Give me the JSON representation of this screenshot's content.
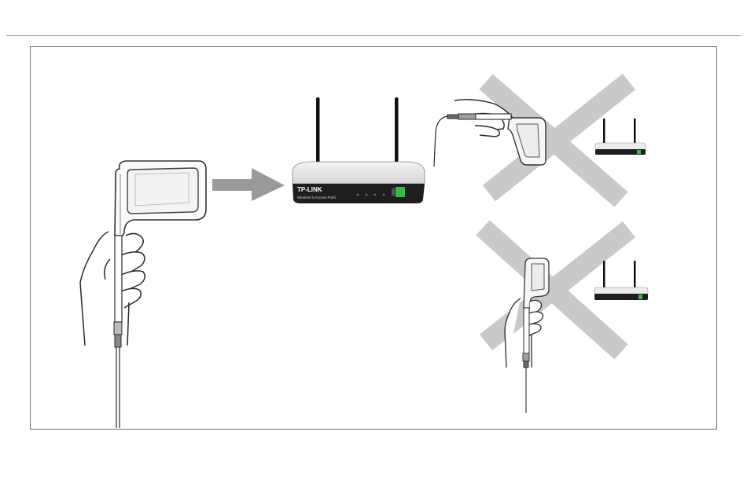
{
  "figure": {
    "router_brand": "TP-LINK",
    "router_model": "Wireless N Access Point",
    "colors": {
      "frame": "#6e6e6e",
      "arrow": "#999999",
      "cross": "#c8c8c8",
      "router_body": "#e9e9e9",
      "router_panel": "#1e1e1e",
      "port_green": "#39b54a"
    },
    "panels": [
      {
        "id": "correct",
        "description": "hand-held antenna pointing at router",
        "marked_wrong": false
      },
      {
        "id": "wrong-horizontal",
        "marked_wrong": true
      },
      {
        "id": "wrong-vertical",
        "marked_wrong": true
      }
    ]
  }
}
